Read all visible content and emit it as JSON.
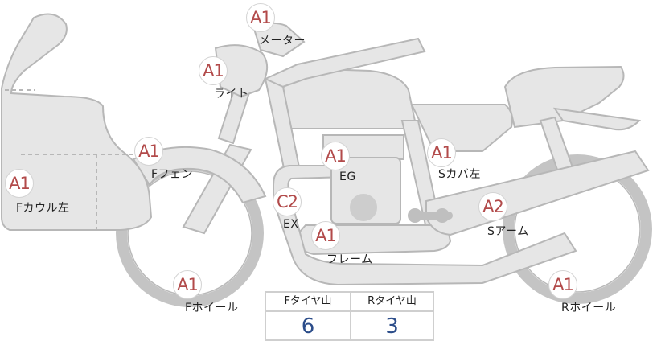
{
  "parts": [
    {
      "id": "meter",
      "grade": "A1",
      "label": "メーター"
    },
    {
      "id": "light",
      "grade": "A1",
      "label": "ライト"
    },
    {
      "id": "f-fender",
      "grade": "A1",
      "label": "Fフェン"
    },
    {
      "id": "f-cowl-left",
      "grade": "A1",
      "label": "Fカウル左"
    },
    {
      "id": "engine",
      "grade": "A1",
      "label": "EG"
    },
    {
      "id": "exhaust",
      "grade": "C2",
      "label": "EX"
    },
    {
      "id": "frame",
      "grade": "A1",
      "label": "フレーム"
    },
    {
      "id": "s-cover-left",
      "grade": "A1",
      "label": "Sカバ左"
    },
    {
      "id": "swing-arm",
      "grade": "A2",
      "label": "Sアーム"
    },
    {
      "id": "f-wheel",
      "grade": "A1",
      "label": "Fホイール"
    },
    {
      "id": "r-wheel",
      "grade": "A1",
      "label": "Rホイール"
    }
  ],
  "tread": {
    "front_label": "Fタイヤ山",
    "rear_label": "Rタイヤ山",
    "front_value": "6",
    "rear_value": "3"
  }
}
